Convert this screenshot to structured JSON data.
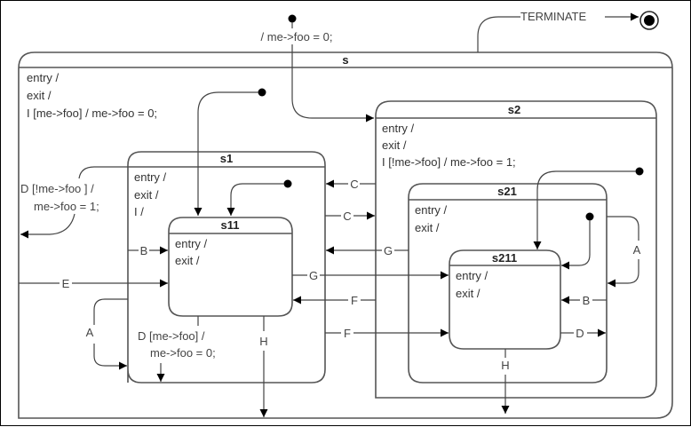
{
  "diagram": {
    "type": "UML statechart",
    "initial_action": "/ me->foo = 0;",
    "terminate_label": "TERMINATE",
    "states": {
      "s": {
        "title": "s",
        "lines": [
          "entry /",
          "exit /",
          "I [me->foo] / me->foo = 0;"
        ]
      },
      "s1": {
        "title": "s1",
        "lines": [
          "entry /",
          "exit /",
          "I /"
        ]
      },
      "s11": {
        "title": "s11",
        "lines": [
          "entry /",
          "exit /"
        ]
      },
      "s2": {
        "title": "s2",
        "lines": [
          "entry /",
          "exit /",
          "I [!me->foo] / me->foo = 1;"
        ]
      },
      "s21": {
        "title": "s21",
        "lines": [
          "entry /",
          "exit /"
        ]
      },
      "s211": {
        "title": "s211",
        "lines": [
          "entry /",
          "exit /"
        ]
      }
    },
    "transitions": {
      "d_s1_line1": "D [!me->foo ] /",
      "d_s1_line2": "me->foo = 1;",
      "d_s11_line1": "D [me->foo] /",
      "d_s11_line2": "me->foo = 0;",
      "a_s1": "A",
      "a_s21": "A",
      "b_s11": "B",
      "b_s211": "B",
      "c_s2_to_s1": "C",
      "c_s1_to_s2": "C",
      "d_s211": "D",
      "e": "E",
      "f_s2_to_s11": "F",
      "f_s1_to_s211": "F",
      "g_s21_to_s1": "G",
      "g_s11_to_s211": "G",
      "h_s11": "H",
      "h_s211": "H"
    }
  }
}
